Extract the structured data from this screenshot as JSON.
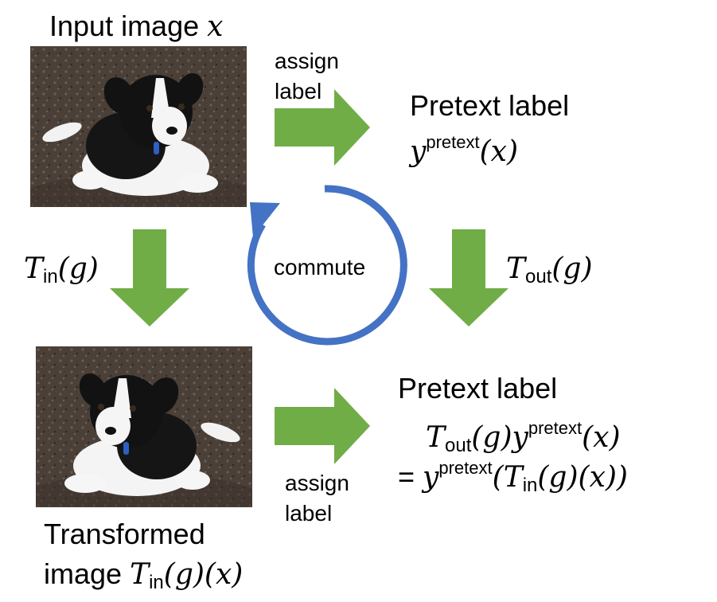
{
  "input": {
    "label": "Input image",
    "var": "x"
  },
  "assign_top": {
    "line1": "assign",
    "line2": "label"
  },
  "pretext_top": {
    "title": "Pretext label",
    "y": "y",
    "sup": "pretext",
    "arg": "(x)"
  },
  "t_in": {
    "T": "T",
    "sub": "in",
    "arg": "(g)"
  },
  "commute": {
    "label": "commute"
  },
  "t_out": {
    "T": "T",
    "sub": "out",
    "arg": "(g)"
  },
  "transformed": {
    "line1": "Transformed",
    "line2": "image",
    "T": "T",
    "sub": "in",
    "arg": "(g)(x)"
  },
  "assign_bottom": {
    "line1": "assign",
    "line2": "label"
  },
  "pretext_bottom": {
    "title": "Pretext label",
    "eq1_T": "T",
    "eq1_sub": "out",
    "eq1_g": "(g)",
    "eq1_y": "y",
    "eq1_sup": "pretext",
    "eq1_arg": "(x)",
    "eq2_eq": "= ",
    "eq2_y": "y",
    "eq2_sup": "pretext",
    "eq2_open": "(",
    "eq2_T": "T",
    "eq2_sub": "in",
    "eq2_rest": "(g)(x))"
  },
  "colors": {
    "arrow_green": "#70ad47",
    "cycle_blue": "#4472c4"
  },
  "icons": {
    "arrows": "block-arrow",
    "cycle": "circular-arrow",
    "images": "puppy-photo"
  }
}
